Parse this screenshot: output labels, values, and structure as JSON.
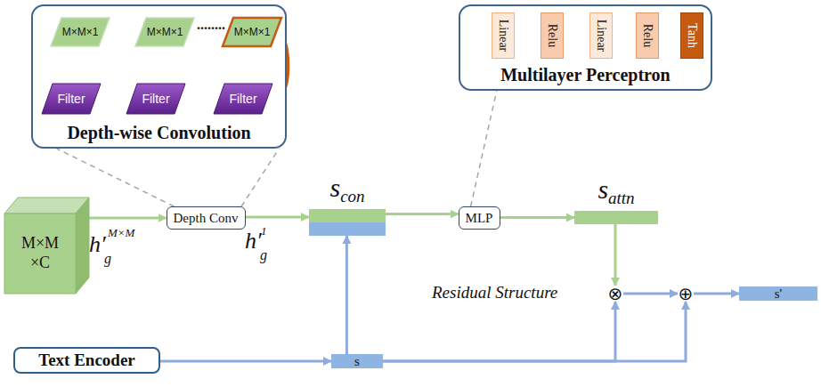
{
  "diagram": {
    "nodes": [
      {
        "text": [
          "Depth-wise Convolution"
        ]
      },
      {
        "text": [
          "M×M×1"
        ],
        "in": 0
      },
      {
        "text": [
          "Filter"
        ],
        "in": 0
      },
      {
        "text": [
          "M×M×1"
        ],
        "in": 0
      },
      {
        "text": [
          "Filter"
        ],
        "in": 0
      },
      {
        "text": [
          "M×M×1"
        ],
        "in": 0
      },
      {
        "text": [
          "Filter"
        ],
        "in": 0
      },
      {
        "text": [
          "Multilayer Perceptron"
        ]
      },
      {
        "text": [
          "Linear"
        ],
        "in": 7
      },
      {
        "text": [
          "Relu"
        ],
        "in": 7
      },
      {
        "text": [
          "Linear"
        ],
        "in": 7
      },
      {
        "text": [
          "Relu"
        ],
        "in": 7
      },
      {
        "text": [
          "Tanh"
        ],
        "in": 7
      },
      {
        "text": [
          "M×M ×C"
        ]
      },
      {
        "text": [
          "Depth Conv"
        ]
      },
      {
        "text": [
          "s",
          "con"
        ]
      },
      {
        "text": [
          "MLP"
        ]
      },
      {
        "text": [
          "s",
          "attn"
        ]
      },
      {
        "text": [
          "⊗"
        ]
      },
      {
        "text": [
          "⊕"
        ]
      },
      {
        "text": [
          "s'"
        ]
      },
      {
        "text": [
          "Text Encoder"
        ]
      },
      {
        "text": [
          "s"
        ]
      }
    ],
    "edges": [
      {
        "from": 13,
        "to": 14,
        "arrow": "to"
      },
      {
        "from": 14,
        "to": 15,
        "arrow": "to"
      },
      {
        "from": 21,
        "to": 22,
        "arrow": "to"
      },
      {
        "from": 22,
        "to": 15,
        "arrow": "to"
      },
      {
        "from": 15,
        "to": 16,
        "arrow": "to"
      },
      {
        "from": 16,
        "to": 17,
        "arrow": "to"
      },
      {
        "from": 17,
        "to": 18,
        "arrow": "to"
      },
      {
        "from": 22,
        "to": 18,
        "arrow": "to"
      },
      {
        "from": 22,
        "to": 19,
        "arrow": "to"
      },
      {
        "from": 18,
        "to": 19,
        "arrow": "to"
      },
      {
        "from": 19,
        "to": 20,
        "arrow": "to"
      },
      {
        "from": 14,
        "to": 0,
        "arrow": "none"
      },
      {
        "from": 14,
        "to": 0,
        "arrow": "none"
      },
      {
        "from": 16,
        "to": 7,
        "arrow": "none"
      },
      {
        "from": 2,
        "to": 1,
        "arrow": "to"
      },
      {
        "from": 4,
        "to": 3,
        "arrow": "to"
      },
      {
        "from": 6,
        "to": 5,
        "arrow": "to"
      },
      {
        "from": 8,
        "to": 9,
        "arrow": "to"
      },
      {
        "from": 9,
        "to": 10,
        "arrow": "to"
      },
      {
        "from": 10,
        "to": 11,
        "arrow": "to"
      },
      {
        "from": 11,
        "to": 12,
        "arrow": "to"
      }
    ],
    "labels": [
      "h′",
      "g",
      "M×M",
      "h′",
      "g",
      "1",
      "Residual Structure",
      "........"
    ]
  }
}
